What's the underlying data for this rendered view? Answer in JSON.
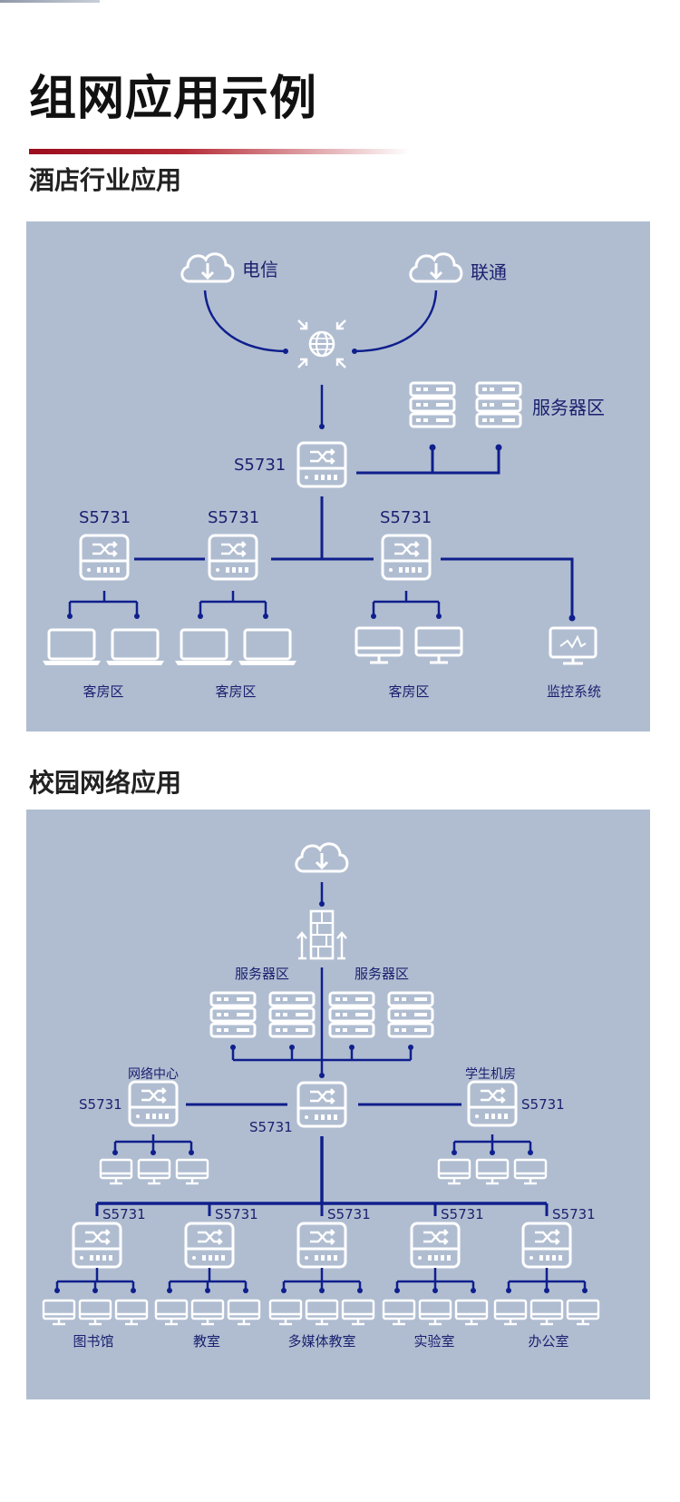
{
  "page": {
    "title": "组网应用示例",
    "hotel_section_title": "酒店行业应用",
    "campus_section_title": "校园网络应用"
  },
  "hotel": {
    "isp1": "电信",
    "isp2": "联通",
    "server_zone": "服务器区",
    "core_switch": "S5731",
    "access_switches": [
      "S5731",
      "S5731",
      "S5731"
    ],
    "guest_room_label": "客房区",
    "monitor_label": "监控系统"
  },
  "campus": {
    "server_zone_left": "服务器区",
    "server_zone_right": "服务器区",
    "network_center": "网络中心",
    "student_lab": "学生机房",
    "core_switch": "S5731",
    "left_switch": "S5731",
    "right_switch": "S5731",
    "bottom_switches": [
      "S5731",
      "S5731",
      "S5731",
      "S5731",
      "S5731"
    ],
    "bottom_labels": [
      "图书馆",
      "教室",
      "多媒体教室",
      "实验室",
      "办公室"
    ]
  },
  "colors": {
    "panel": "#b0bdd1",
    "line": "#0f1f8c",
    "text": "#1a1f6e",
    "icon": "#ffffff",
    "accent": "#9b0d1e"
  },
  "icons": [
    "cloud-download-icon",
    "globe-icon",
    "switch-icon",
    "server-rack-icon",
    "laptop-icon",
    "monitor-icon",
    "monitoring-screen-icon",
    "firewall-icon"
  ]
}
